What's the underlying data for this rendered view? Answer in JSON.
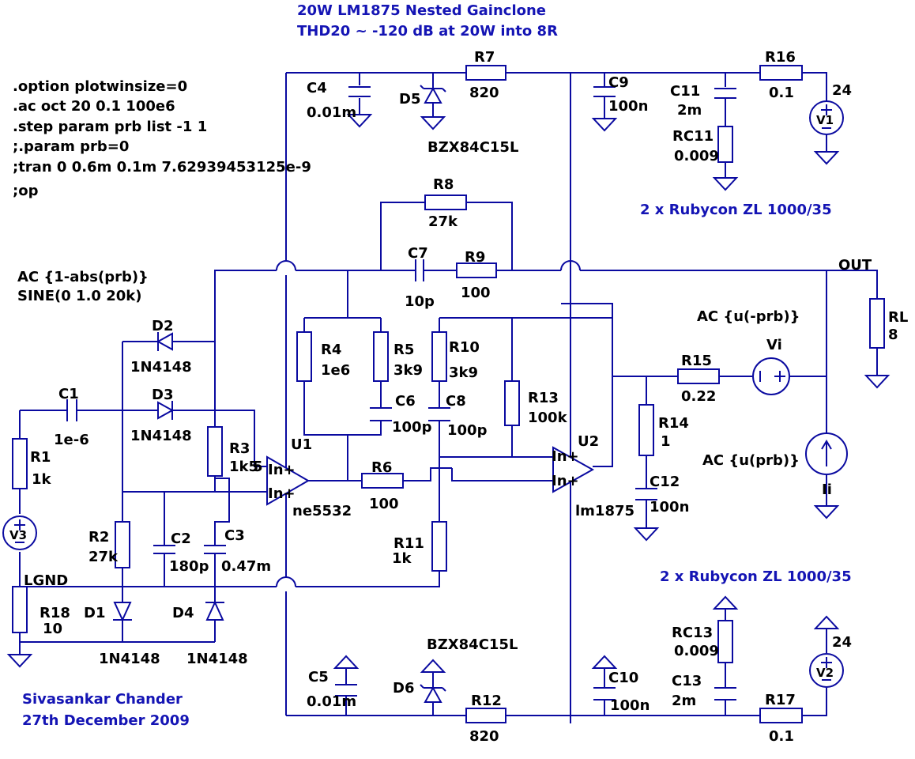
{
  "title_lines": [
    "20W LM1875 Nested Gainclone",
    "THD20 ~ -120 dB at 20W into 8R"
  ],
  "directives": [
    ".option plotwinsize=0",
    ".ac oct 20 0.1 100e6",
    ".step param prb list -1 1",
    ";.param prb=0",
    ";tran 0 0.6m 0.1m 7.62939453125e-9",
    ";op"
  ],
  "source_lines": [
    "AC {1-abs(prb)}",
    "SINE(0 1.0 20k)"
  ],
  "cap_notes": {
    "top": "2 x Rubycon ZL 1000/35",
    "bottom": "2 x Rubycon ZL 1000/35"
  },
  "credits": [
    "Sivasankar Chander",
    "27th December 2009"
  ],
  "labels": {
    "out": "OUT",
    "lgnd": "LGND",
    "ac_vi": "AC {u(-prb)}",
    "ac_ii": "AC {u(prb)}",
    "v1_val": "24",
    "v2_val": "24",
    "u1_in_plus": "In+",
    "u1_in_minus": "In+",
    "u2_in_plus": "In+",
    "u2_in_minus": "In+",
    "pin5": "5"
  },
  "components": {
    "R1": {
      "name": "R1",
      "value": "1k"
    },
    "R2": {
      "name": "R2",
      "value": "27k"
    },
    "R3": {
      "name": "R3",
      "value": "1k5"
    },
    "R4": {
      "name": "R4",
      "value": "1e6"
    },
    "R5": {
      "name": "R5",
      "value": "3k9"
    },
    "R6": {
      "name": "R6",
      "value": "100"
    },
    "R7": {
      "name": "R7",
      "value": "820"
    },
    "R8": {
      "name": "R8",
      "value": "27k"
    },
    "R9": {
      "name": "R9",
      "value": "100"
    },
    "R10": {
      "name": "R10",
      "value": "3k9"
    },
    "R11": {
      "name": "R11",
      "value": "1k"
    },
    "R12": {
      "name": "R12",
      "value": "820"
    },
    "R13": {
      "name": "R13",
      "value": "100k"
    },
    "R14": {
      "name": "R14",
      "value": "1"
    },
    "R15": {
      "name": "R15",
      "value": "0.22"
    },
    "R16": {
      "name": "R16",
      "value": "0.1"
    },
    "R17": {
      "name": "R17",
      "value": "0.1"
    },
    "R18": {
      "name": "R18",
      "value": "10"
    },
    "RL": {
      "name": "RL",
      "value": "8"
    },
    "RC11": {
      "name": "RC11",
      "value": "0.009"
    },
    "RC13": {
      "name": "RC13",
      "value": "0.009"
    },
    "C1": {
      "name": "C1",
      "value": "1e-6"
    },
    "C2": {
      "name": "C2",
      "value": "180p"
    },
    "C3": {
      "name": "C3",
      "value": "0.47m"
    },
    "C4": {
      "name": "C4",
      "value": "0.01m"
    },
    "C5": {
      "name": "C5",
      "value": "0.01m"
    },
    "C6": {
      "name": "C6",
      "value": "100p"
    },
    "C7": {
      "name": "C7",
      "value": "10p"
    },
    "C8": {
      "name": "C8",
      "value": "100p"
    },
    "C9": {
      "name": "C9",
      "value": "100n"
    },
    "C10": {
      "name": "C10",
      "value": "100n"
    },
    "C11": {
      "name": "C11",
      "value": "2m"
    },
    "C12": {
      "name": "C12",
      "value": "100n"
    },
    "C13": {
      "name": "C13",
      "value": "2m"
    },
    "D1": {
      "name": "D1",
      "value": "1N4148"
    },
    "D2": {
      "name": "D2",
      "value": "1N4148"
    },
    "D3": {
      "name": "D3",
      "value": "1N4148"
    },
    "D4": {
      "name": "D4",
      "value": "1N4148"
    },
    "D5": {
      "name": "D5",
      "value": "BZX84C15L"
    },
    "D6": {
      "name": "D6",
      "value": "BZX84C15L"
    },
    "U1": {
      "name": "U1",
      "value": "ne5532"
    },
    "U2": {
      "name": "U2",
      "value": "lm1875"
    },
    "V1": {
      "name": "V1"
    },
    "V2": {
      "name": "V2"
    },
    "V3": {
      "name": "V3"
    },
    "Vi": {
      "name": "Vi"
    },
    "Ii": {
      "name": "Ii"
    }
  }
}
